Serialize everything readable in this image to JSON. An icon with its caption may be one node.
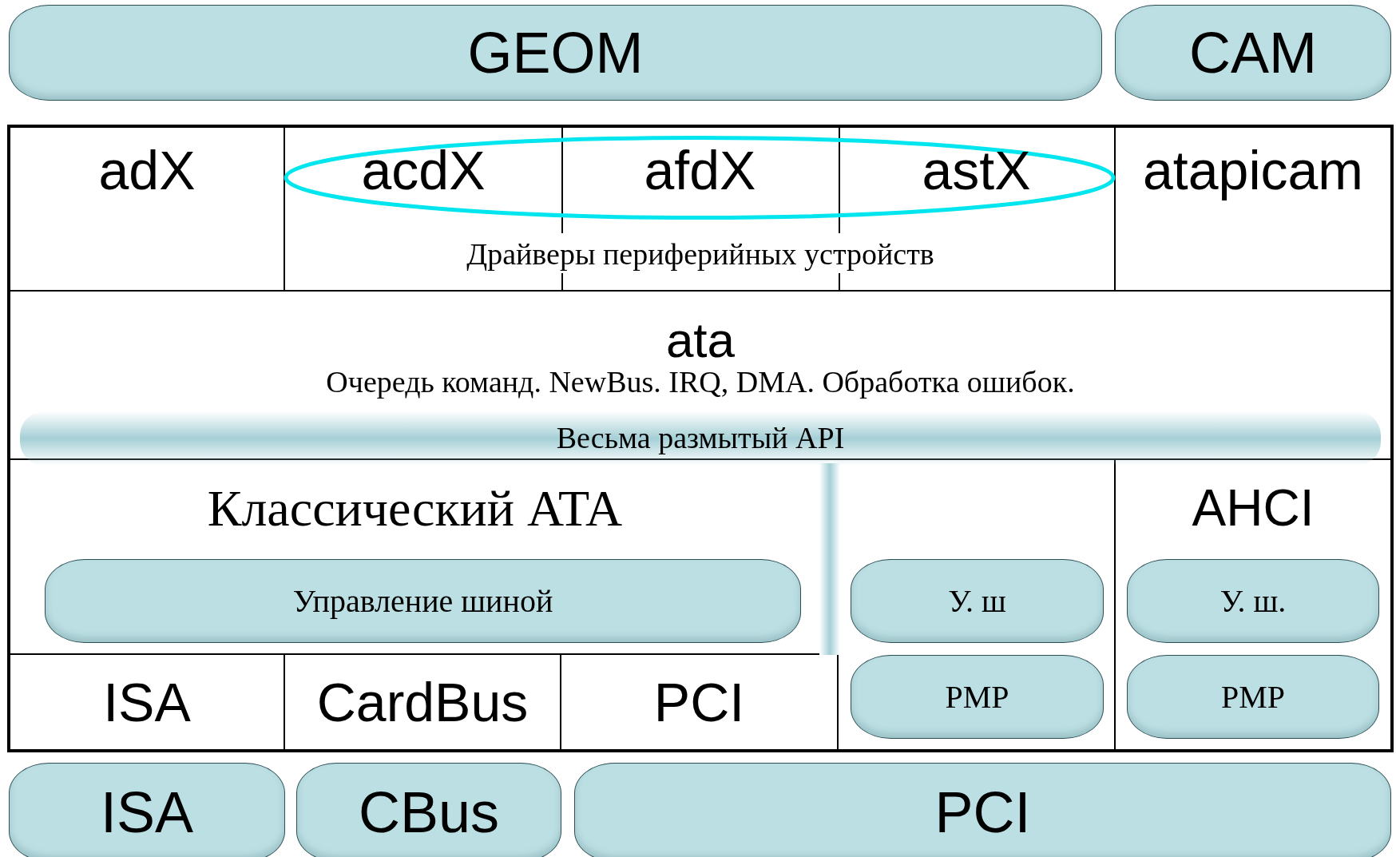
{
  "diagram": {
    "nodes": [
      {
        "text": [
          "GEOM"
        ]
      },
      {
        "text": [
          "CAM"
        ]
      },
      {
        "text": [],
        "shape": "box"
      },
      {
        "text": [
          "adX"
        ],
        "in": 2
      },
      {
        "text": [
          "acdX"
        ],
        "in": 2
      },
      {
        "text": [
          "afdX"
        ],
        "in": 2
      },
      {
        "text": [
          "astX"
        ],
        "in": 2
      },
      {
        "text": [
          "atapicam"
        ],
        "in": 2
      },
      {
        "text": [
          "ata",
          "Очередь команд. NewBus. IRQ, DMA. Обработка ошибок."
        ],
        "in": 2
      },
      {
        "text": [
          "Весьма размытый API"
        ],
        "in": 2
      },
      {
        "text": [
          "Классический ATA"
        ],
        "in": 2
      },
      {
        "text": [
          "Управление шиной"
        ],
        "in": 10
      },
      {
        "text": [
          "ISA"
        ],
        "in": 2
      },
      {
        "text": [
          "CardBus"
        ],
        "in": 2
      },
      {
        "text": [
          "PCI"
        ],
        "in": 2
      },
      {
        "text": [],
        "shape": "box",
        "in": 2
      },
      {
        "text": [
          "У. ш"
        ],
        "in": 15
      },
      {
        "text": [
          "PMP"
        ],
        "in": 15
      },
      {
        "text": [
          "AHCI"
        ],
        "in": 2
      },
      {
        "text": [
          "У. ш."
        ],
        "in": 18
      },
      {
        "text": [
          "PMP"
        ],
        "in": 18
      },
      {
        "text": [
          "ISA"
        ]
      },
      {
        "text": [
          "CBus"
        ]
      },
      {
        "text": [
          "PCI"
        ]
      },
      {
        "text": [],
        "shape": "bar",
        "in": 2
      }
    ],
    "labels": [
      "Драйверы периферийных устройств"
    ]
  }
}
